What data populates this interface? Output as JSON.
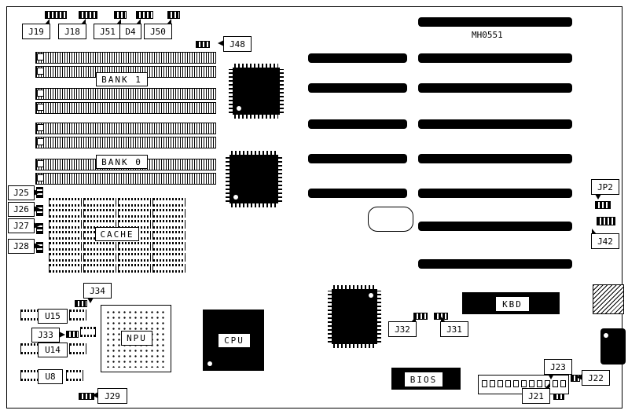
{
  "board": {
    "part_number": "MH0551"
  },
  "labels": {
    "bank1": "BANK 1",
    "bank0": "BANK 0",
    "cache": "CACHE",
    "npu": "NPU",
    "cpu": "CPU",
    "kbd": "KBD",
    "bios": "BIOS"
  },
  "callouts": {
    "j19": "J19",
    "j18": "J18",
    "j51": "J51",
    "d4": "D4",
    "j50": "J50",
    "j48": "J48",
    "j25": "J25",
    "j26": "J26",
    "j27": "J27",
    "j28": "J28",
    "jp2": "JP2",
    "j42": "J42",
    "j34": "J34",
    "u15": "U15",
    "j33": "J33",
    "u14": "U14",
    "u8": "U8",
    "j29": "J29",
    "j32": "J32",
    "j31": "J31",
    "j23": "J23",
    "j22": "J22",
    "j21": "J21"
  },
  "cache_array": {
    "rows": 7,
    "cols": 4
  },
  "edge_connector": {
    "pins": 11
  }
}
